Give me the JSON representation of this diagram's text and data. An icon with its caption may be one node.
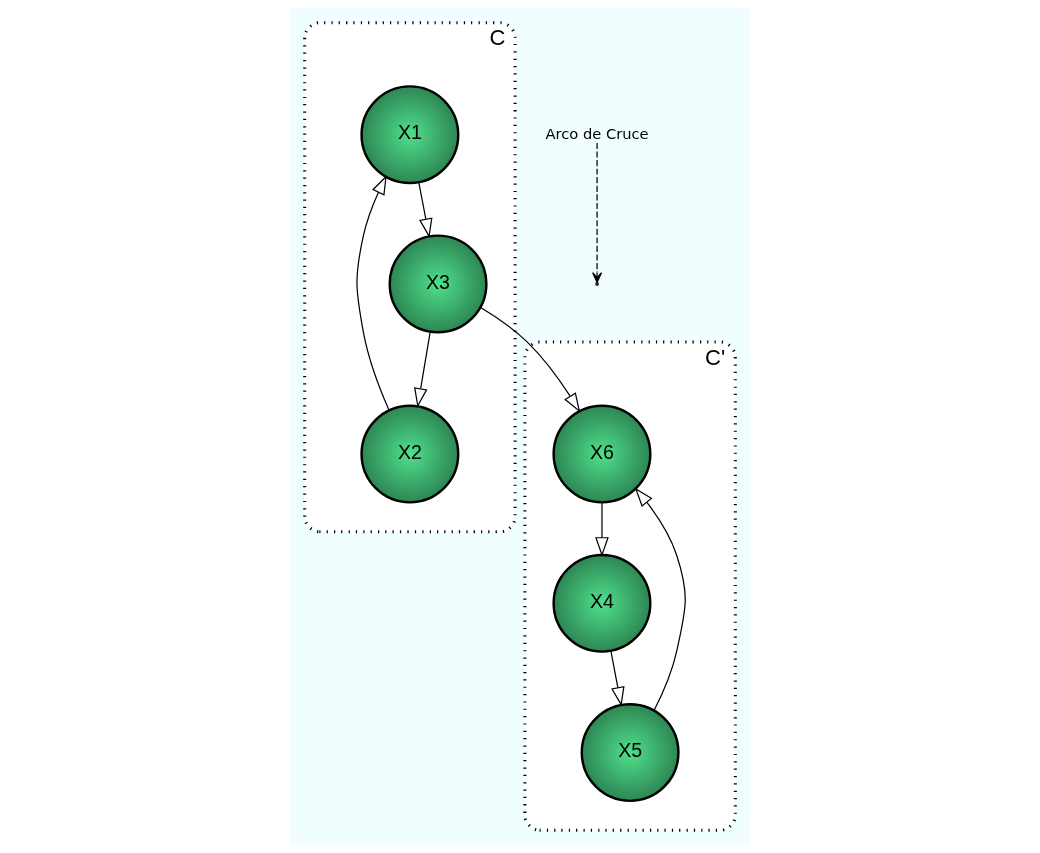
{
  "diagram": {
    "nodes": [
      {
        "text": [
          "C"
        ]
      },
      {
        "text": [
          "X1"
        ],
        "in": 0
      },
      {
        "text": [
          "X3"
        ],
        "in": 0
      },
      {
        "text": [
          "X2"
        ],
        "in": 0
      },
      {
        "text": [
          "Arco de Cruce"
        ]
      },
      {
        "text": [
          "C'"
        ]
      },
      {
        "text": [
          "X6"
        ],
        "in": 5
      },
      {
        "text": [
          "X4"
        ],
        "in": 5
      },
      {
        "text": [
          "X5"
        ],
        "in": 5
      }
    ],
    "edges": [
      {
        "from": 1,
        "to": 2,
        "arrow": "to"
      },
      {
        "from": 2,
        "to": 3,
        "arrow": "to"
      },
      {
        "from": 3,
        "to": 1,
        "arrow": "to"
      },
      {
        "from": 2,
        "to": 6,
        "arrow": "to"
      },
      {
        "from": 4,
        "to": null,
        "arrow": "to",
        "style": "dashed"
      },
      {
        "from": 6,
        "to": 7,
        "arrow": "to"
      },
      {
        "from": 7,
        "to": 8,
        "arrow": "to"
      },
      {
        "from": 8,
        "to": 6,
        "arrow": "to"
      }
    ]
  }
}
